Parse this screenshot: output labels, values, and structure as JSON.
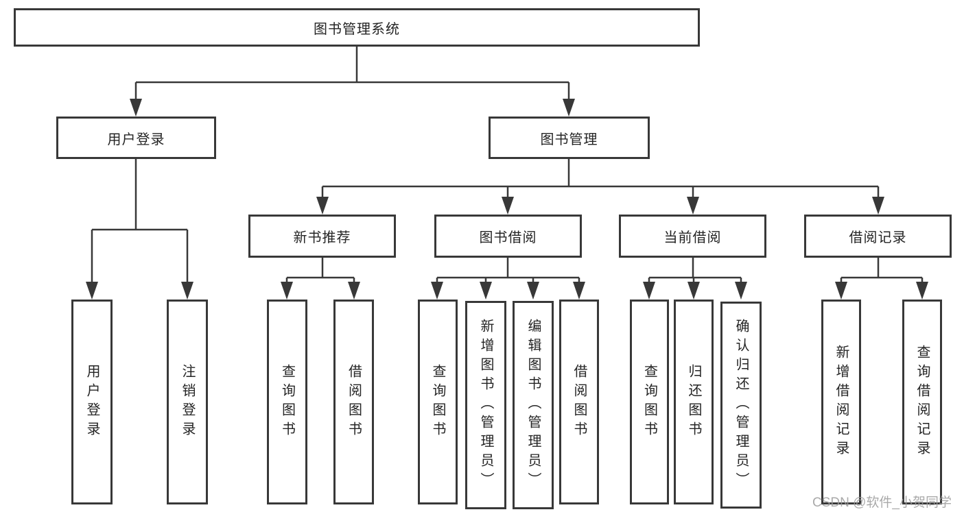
{
  "diagram": {
    "root": "图书管理系统",
    "level2": {
      "user_login": {
        "label": "用户登录",
        "children": [
          "用户登录",
          "注销登录"
        ]
      },
      "book_mgmt": {
        "label": "图书管理"
      }
    },
    "level3": {
      "new_book": {
        "label": "新书推荐",
        "children": [
          "查询图书",
          "借阅图书"
        ]
      },
      "borrow": {
        "label": "图书借阅",
        "children": [
          "查询图书",
          "新增图书（管理员）",
          "编辑图书（管理员）",
          "借阅图书"
        ]
      },
      "current": {
        "label": "当前借阅",
        "children": [
          "查询图书",
          "归还图书",
          "确认归还（管理员）"
        ]
      },
      "records": {
        "label": "借阅记录",
        "children": [
          "新增借阅记录",
          "查询借阅记录"
        ]
      }
    }
  },
  "watermark": "CSDN @软件_小贺同学",
  "colors": {
    "line": "#383838",
    "text": "#242424",
    "watermark": "#9b9b9b",
    "background": "#ffffff"
  }
}
